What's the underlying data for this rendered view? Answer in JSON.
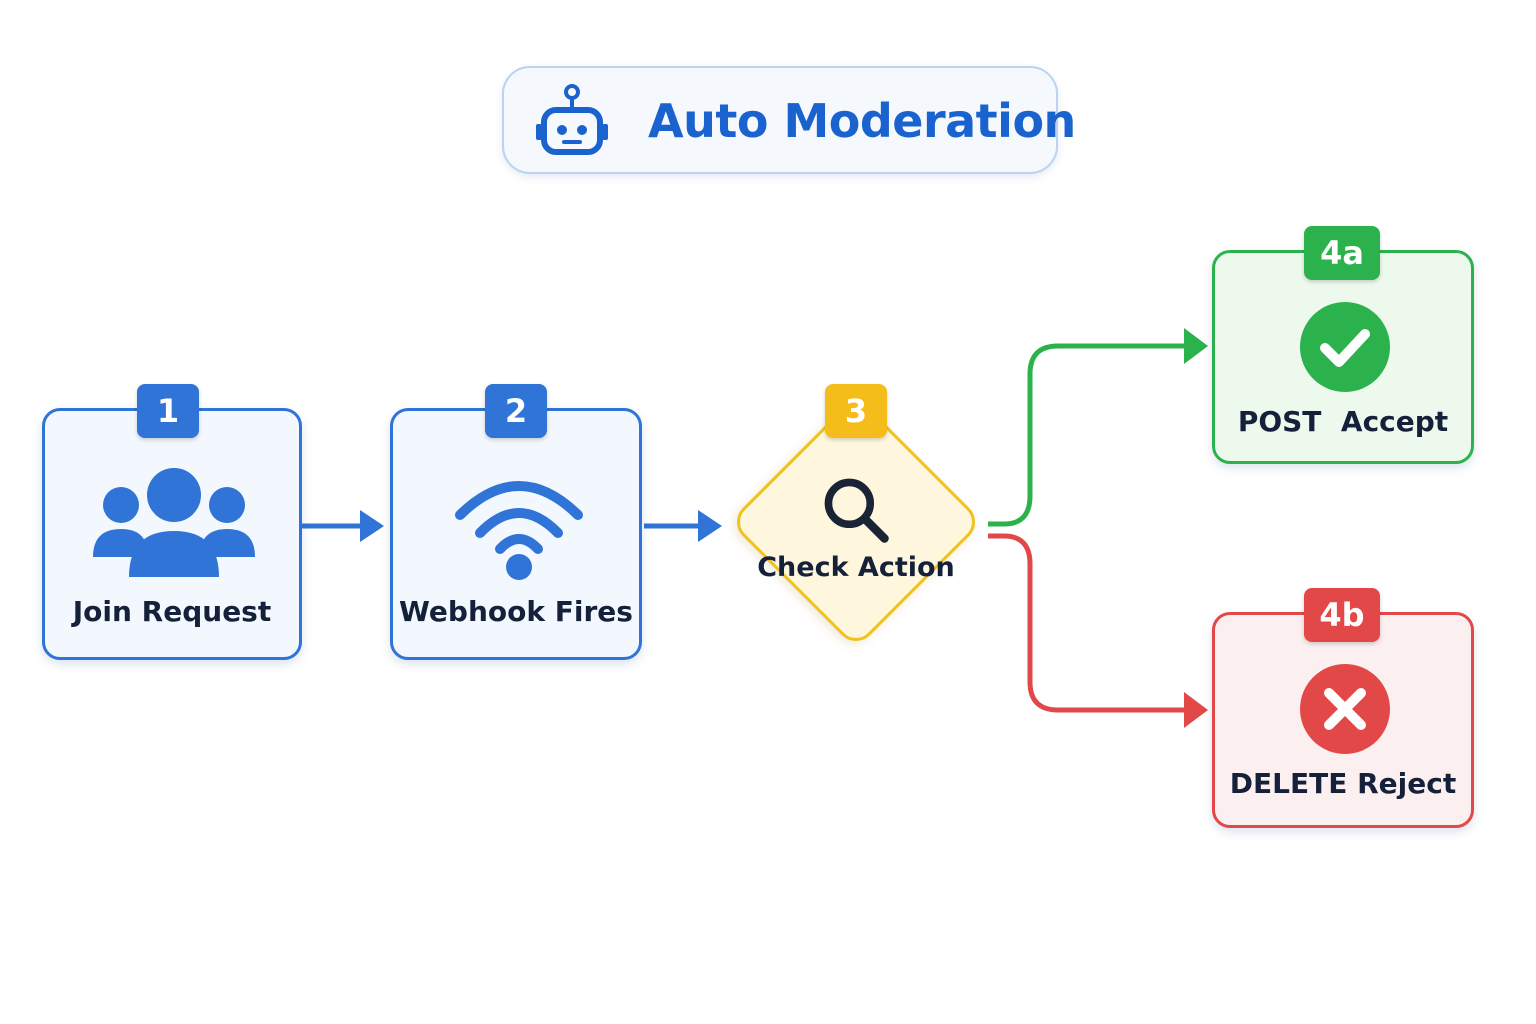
{
  "title": {
    "text": "Auto Moderation",
    "icon": "robot-icon",
    "color": "#1a63cf"
  },
  "steps": [
    {
      "badge": "1",
      "label": "Join Request",
      "icon": "users-icon",
      "color": "#2f74d6"
    },
    {
      "badge": "2",
      "label": "Webhook Fires",
      "icon": "wifi-signal-icon",
      "color": "#2f74d6"
    },
    {
      "badge": "3",
      "label": "Check Action",
      "icon": "search-icon",
      "color": "#f4bd1a"
    },
    {
      "badge": "4a",
      "label": "POST  Accept",
      "icon": "checkmark-circle-icon",
      "color": "#2bb24c"
    },
    {
      "badge": "4b",
      "label": "DELETE Reject",
      "icon": "x-circle-icon",
      "color": "#e34848"
    }
  ],
  "connectors": [
    {
      "from": "1",
      "to": "2",
      "color": "#2f74d6"
    },
    {
      "from": "2",
      "to": "3",
      "color": "#2f74d6"
    },
    {
      "from": "3",
      "to": "4a",
      "color": "#2bb24c"
    },
    {
      "from": "3",
      "to": "4b",
      "color": "#e34848"
    }
  ]
}
